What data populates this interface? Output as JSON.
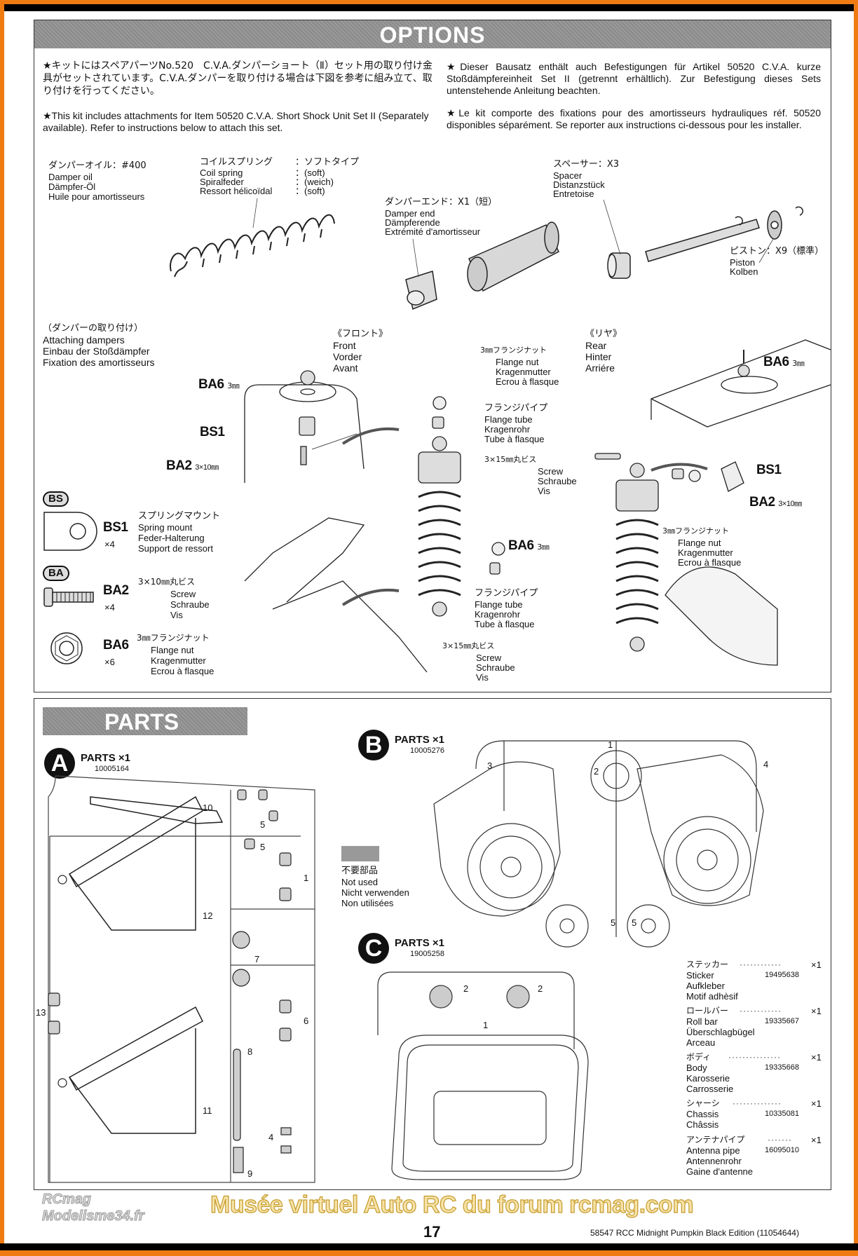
{
  "options": {
    "title": "OPTIONS",
    "intro_jp": "★キットにはスペアパーツNo.520　C.V.A.ダンパーショート（Ⅱ）セット用の取り付け金具がセットされています。C.V.A.ダンパーを取り付ける場合は下図を参考に組み立て、取り付けを行ってください。",
    "intro_en": "★This kit includes attachments for Item 50520 C.V.A. Short Shock Unit Set II (Separately available). Refer to instructions below to attach this set.",
    "intro_de": "★Dieser Bausatz enthält auch Befestigungen für Artikel 50520 C.V.A. kurze Stoßdämpfereinheit Set II (getrennt erhältlich). Zur Befestigung dieses Sets untenstehende Anleitung beachten.",
    "intro_fr": "★Le kit comporte des fixations pour des amortisseurs hydrauliques réf. 50520 disponibles séparément. Se reporter aux instructions ci-dessous pour les installer.",
    "damper_oil": {
      "jp": "ダンパーオイル：#400",
      "en": "Damper oil",
      "de": "Dämpfer-Öl",
      "fr": "Huile pour amortisseurs"
    },
    "coil_spring": {
      "jp": "コイルスプリング",
      "jp_type": "：ソフトタイプ",
      "en": "Coil spring",
      "en_type": "：(soft)",
      "de": "Spiralfeder",
      "de_type": "：(weich)",
      "fr": "Ressort hélicoïdal",
      "fr_type": "：(soft)"
    },
    "damper_end": {
      "jp": "ダンパーエンド：X1（短）",
      "en": "Damper end",
      "de": "Dämpferende",
      "fr": "Extrémité d'amortisseur"
    },
    "spacer": {
      "jp": "スペーサー：X3",
      "en": "Spacer",
      "de": "Distanzstück",
      "fr": "Entretoise"
    },
    "piston": {
      "jp": "ピストン：X9（標準）",
      "en": "Piston",
      "de": "Kolben"
    },
    "attaching": {
      "jp": "（ダンパーの取り付け）",
      "en": "Attaching dampers",
      "de": "Einbau der Stoßdämpfer",
      "fr": "Fixation des amortisseurs"
    },
    "front": {
      "jp": "《フロント》",
      "en": "Front",
      "de": "Vorder",
      "fr": "Avant"
    },
    "rear": {
      "jp": "《リヤ》",
      "en": "Rear",
      "de": "Hinter",
      "fr": "Arriére"
    },
    "flange_nut": {
      "jp": "3㎜フランジナット",
      "en": "Flange nut",
      "de": "Kragenmutter",
      "fr": "Ecrou à flasque"
    },
    "flange_tube": {
      "jp": "フランジパイプ",
      "en": "Flange tube",
      "de": "Kragenrohr",
      "fr": "Tube à flasque"
    },
    "screw_15": {
      "jp": "3×15㎜丸ビス",
      "en": "Screw",
      "de": "Schraube",
      "fr": "Vis"
    },
    "callouts": {
      "ba6": "BA6",
      "ba6_size": "3㎜",
      "bs1": "BS1",
      "ba2": "BA2",
      "ba2_size": "3×10㎜"
    },
    "legend": {
      "bs_group": "BS",
      "ba_group": "BA",
      "bs1": {
        "code": "BS1",
        "qty": "×4",
        "jp": "スプリングマウント",
        "en": "Spring mount",
        "de": "Feder-Halterung",
        "fr": "Support de ressort"
      },
      "ba2": {
        "code": "BA2",
        "qty": "×4",
        "jp": "3×10㎜丸ビス",
        "en": "Screw",
        "de": "Schraube",
        "fr": "Vis"
      },
      "ba6": {
        "code": "BA6",
        "qty": "×6",
        "jp": "3㎜フランジナット",
        "en": "Flange nut",
        "de": "Kragenmutter",
        "fr": "Ecrou à flasque"
      }
    }
  },
  "parts": {
    "title": "PARTS",
    "sprue_a": {
      "letter": "A",
      "label": "PARTS ×1",
      "number": "10005164",
      "part_numbers": [
        "10",
        "12",
        "13",
        "11",
        "5",
        "5",
        "1",
        "7",
        "6",
        "8",
        "4",
        "9"
      ]
    },
    "sprue_b": {
      "letter": "B",
      "label": "PARTS ×1",
      "number": "10005276",
      "part_numbers": [
        "1",
        "2",
        "3",
        "4",
        "5",
        "5"
      ]
    },
    "sprue_c": {
      "letter": "C",
      "label": "PARTS ×1",
      "number": "19005258",
      "part_numbers": [
        "2",
        "2",
        "1"
      ]
    },
    "not_used": {
      "jp": "不要部品",
      "en": "Not used",
      "de": "Nicht verwenden",
      "fr": "Non utilisées"
    },
    "list": [
      {
        "jp": "ステッカー",
        "qty": "×1",
        "en": "Sticker",
        "number": "19495638",
        "de": "Aufkleber",
        "fr": "Motif adhèsif"
      },
      {
        "jp": "ロールバー",
        "qty": "×1",
        "en": "Roll bar",
        "number": "19335667",
        "de": "Überschlagbügel",
        "fr": "Arceau"
      },
      {
        "jp": "ボディ",
        "qty": "×1",
        "en": "Body",
        "number": "19335668",
        "de": "Karosserie",
        "fr": "Carrosserie"
      },
      {
        "jp": "シャーシ",
        "qty": "×1",
        "en": "Chassis",
        "number": "10335081",
        "de": "Châssis",
        "fr": ""
      },
      {
        "jp": "アンテナパイプ",
        "qty": "×1",
        "en": "Antenna pipe",
        "number": "16095010",
        "de": "Antennenrohr",
        "fr": "Gaine d'antenne"
      }
    ]
  },
  "footer": {
    "page_number": "17",
    "caption": "58547 RCC Midnight Pumpkin Black Edition (11054644)",
    "watermark": "Musée virtuel Auto RC du forum rcmag.com",
    "watermark_logo_1": "RCmag",
    "watermark_logo_2": "Modelisme34.fr"
  },
  "colors": {
    "accent": "#f07b12",
    "header_gray": "#929292"
  }
}
